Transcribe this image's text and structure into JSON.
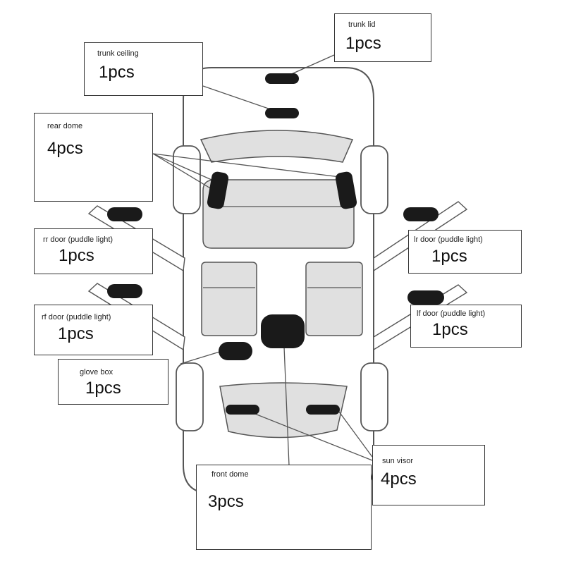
{
  "callouts": {
    "trunk_lid": {
      "label": "trunk lid",
      "qty": "1pcs"
    },
    "trunk_ceiling": {
      "label": "trunk ceiling",
      "qty": "1pcs"
    },
    "rear_dome": {
      "label": "rear dome",
      "qty": "4pcs"
    },
    "rr_door": {
      "label": "rr door (puddle light)",
      "qty": "1pcs"
    },
    "rf_door": {
      "label": "rf door (puddle light)",
      "qty": "1pcs"
    },
    "glove_box": {
      "label": "glove box",
      "qty": "1pcs"
    },
    "front_dome": {
      "label": "front dome",
      "qty": "3pcs"
    },
    "sun_visor": {
      "label": "sun visor",
      "qty": "4pcs"
    },
    "lr_door": {
      "label": "lr door (puddle light)",
      "qty": "1pcs"
    },
    "lf_door": {
      "label": "lf door (puddle light)",
      "qty": "1pcs"
    }
  },
  "colors": {
    "light_pad": "#1a1a1a",
    "interior": "#e0e0e0",
    "outline": "#555555",
    "box_border": "#333333"
  }
}
